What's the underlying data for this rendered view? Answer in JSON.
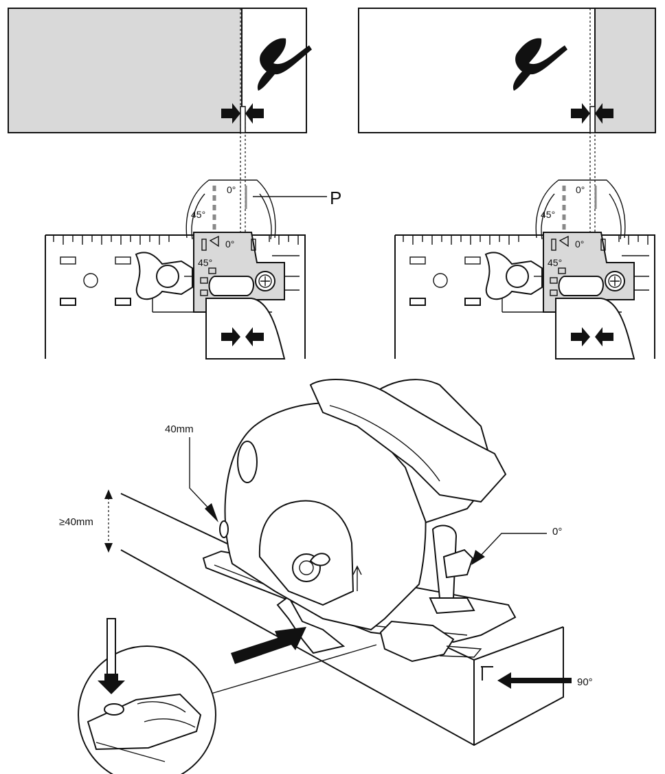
{
  "labels": {
    "pointer_P": "P",
    "scale_0_top": "0°",
    "scale_45_top": "45°",
    "scale_0_plate": "0°",
    "scale_45_plate": "45°",
    "depth_40mm": "40mm",
    "min_depth": "≥40mm",
    "angle_0": "0°",
    "angle_90": "90°"
  },
  "icons": [
    "cross-mark-icon",
    "arrow-icon",
    "screw-icon",
    "wing-nut-icon",
    "screwdriver-icon"
  ]
}
